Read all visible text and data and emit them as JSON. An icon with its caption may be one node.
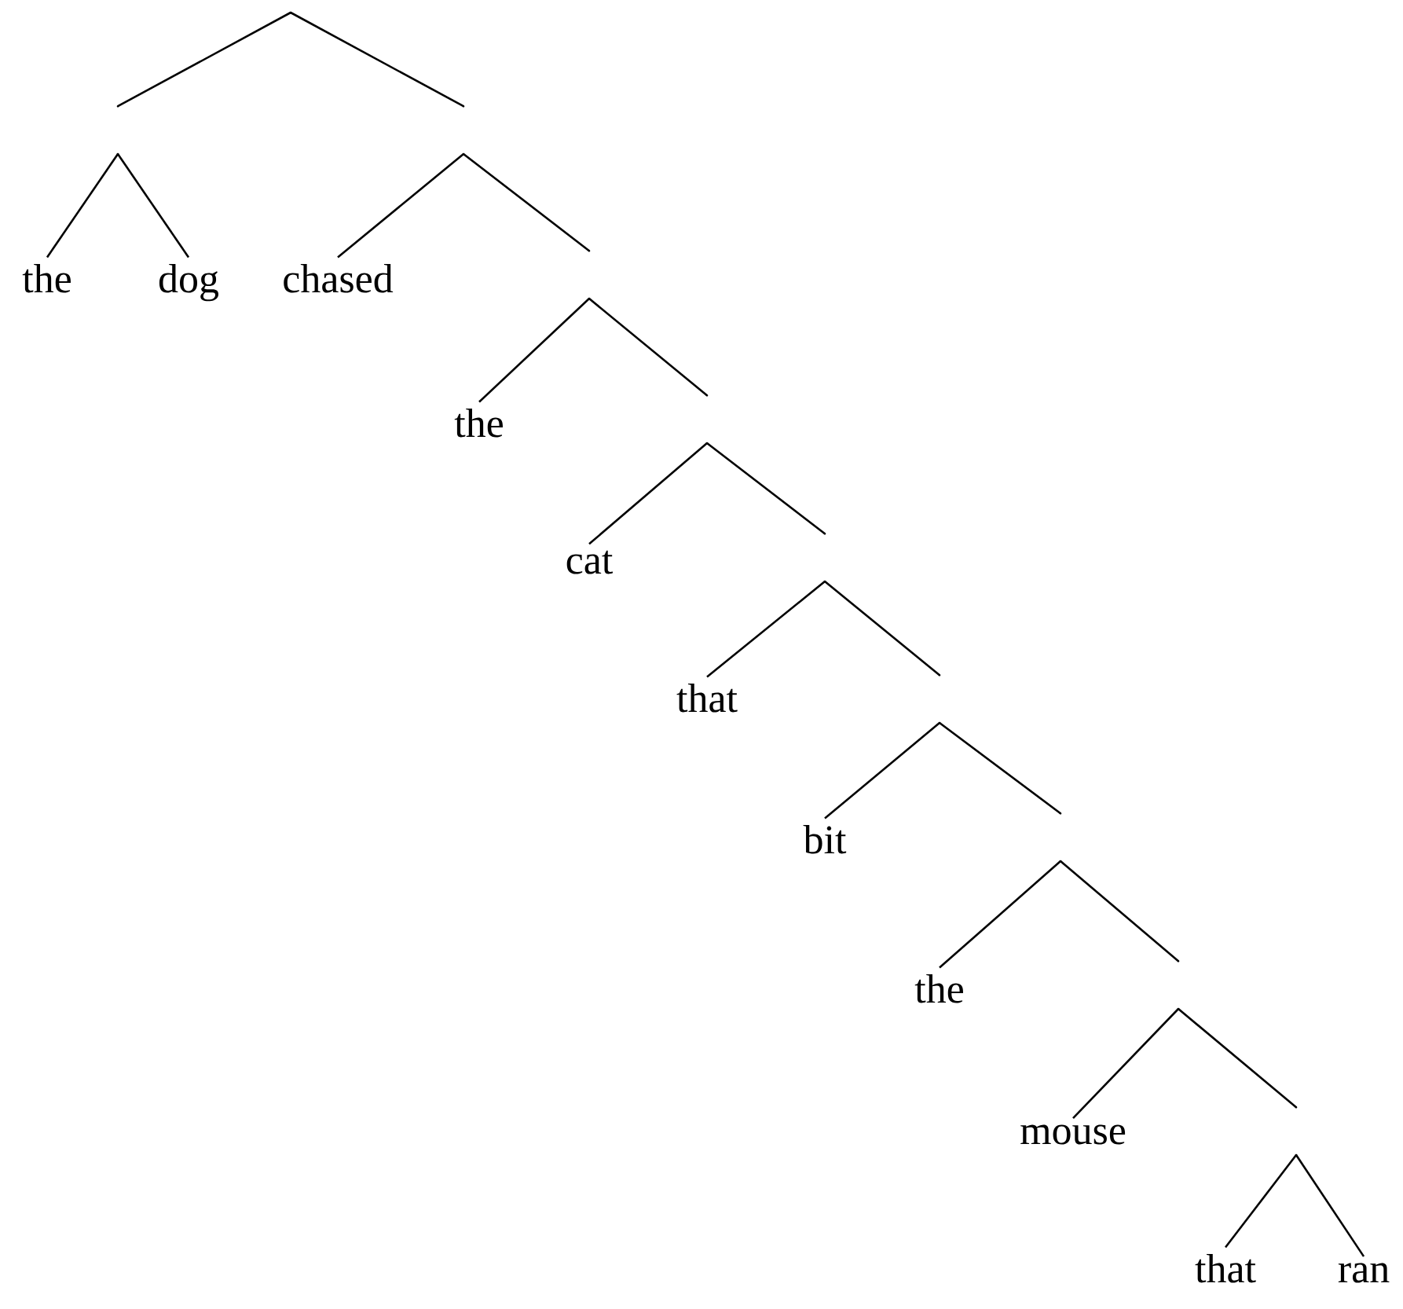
{
  "diagram": {
    "nodes": [
      {
        "text": [],
        "shape": "point"
      },
      {
        "text": [],
        "shape": "point"
      },
      {
        "text": [],
        "shape": "point"
      },
      {
        "text": [
          "the"
        ]
      },
      {
        "text": [
          "dog"
        ]
      },
      {
        "text": [
          "chased"
        ]
      },
      {
        "text": [],
        "shape": "point"
      },
      {
        "text": [
          "the"
        ]
      },
      {
        "text": [],
        "shape": "point"
      },
      {
        "text": [
          "cat"
        ]
      },
      {
        "text": [],
        "shape": "point"
      },
      {
        "text": [
          "that"
        ]
      },
      {
        "text": [],
        "shape": "point"
      },
      {
        "text": [
          "bit"
        ]
      },
      {
        "text": [],
        "shape": "point"
      },
      {
        "text": [
          "the"
        ]
      },
      {
        "text": [],
        "shape": "point"
      },
      {
        "text": [
          "mouse"
        ]
      },
      {
        "text": [],
        "shape": "point"
      },
      {
        "text": [
          "that"
        ]
      },
      {
        "text": [
          "ran"
        ]
      }
    ],
    "edges": [
      {
        "from": 0,
        "to": 1,
        "arrow": "none"
      },
      {
        "from": 0,
        "to": 2,
        "arrow": "none"
      },
      {
        "from": 1,
        "to": 3,
        "arrow": "none"
      },
      {
        "from": 1,
        "to": 4,
        "arrow": "none"
      },
      {
        "from": 2,
        "to": 5,
        "arrow": "none"
      },
      {
        "from": 2,
        "to": 6,
        "arrow": "none"
      },
      {
        "from": 6,
        "to": 7,
        "arrow": "none"
      },
      {
        "from": 6,
        "to": 8,
        "arrow": "none"
      },
      {
        "from": 8,
        "to": 9,
        "arrow": "none"
      },
      {
        "from": 8,
        "to": 10,
        "arrow": "none"
      },
      {
        "from": 10,
        "to": 11,
        "arrow": "none"
      },
      {
        "from": 10,
        "to": 12,
        "arrow": "none"
      },
      {
        "from": 12,
        "to": 13,
        "arrow": "none"
      },
      {
        "from": 12,
        "to": 14,
        "arrow": "none"
      },
      {
        "from": 14,
        "to": 15,
        "arrow": "none"
      },
      {
        "from": 14,
        "to": 16,
        "arrow": "none"
      },
      {
        "from": 16,
        "to": 17,
        "arrow": "none"
      },
      {
        "from": 16,
        "to": 18,
        "arrow": "none"
      },
      {
        "from": 18,
        "to": 19,
        "arrow": "none"
      },
      {
        "from": 18,
        "to": 20,
        "arrow": "none"
      }
    ]
  }
}
